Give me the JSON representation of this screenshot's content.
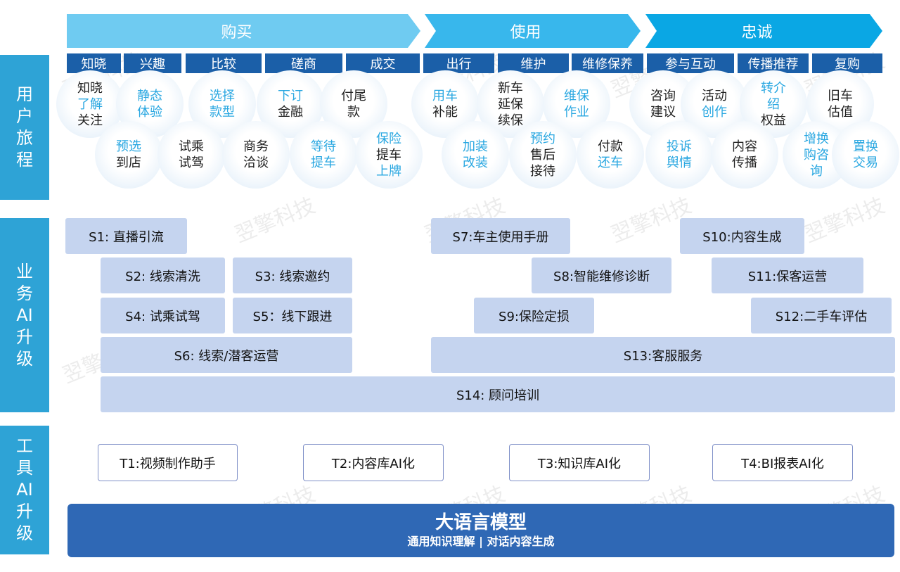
{
  "phases": [
    "购买",
    "使用",
    "忠诚"
  ],
  "stages": [
    "知晓",
    "兴趣",
    "比较",
    "磋商",
    "成交",
    "出行",
    "维护",
    "维修保养",
    "参与互动",
    "传播推荐",
    "复购"
  ],
  "layers": {
    "journey": "用户旅程",
    "business": "业务AI升级",
    "tools": "工具AI升级"
  },
  "bubbles": [
    {
      "lines": [
        {
          "text": "知晓",
          "hl": false
        },
        {
          "text": "了解",
          "hl": true
        },
        {
          "text": "关注",
          "hl": false
        }
      ]
    },
    {
      "lines": [
        {
          "text": "静态",
          "hl": true
        },
        {
          "text": "体验",
          "hl": true
        }
      ]
    },
    {
      "lines": [
        {
          "text": "选择",
          "hl": true
        },
        {
          "text": "款型",
          "hl": true
        }
      ]
    },
    {
      "lines": [
        {
          "text": "下订",
          "hl": true
        },
        {
          "text": "金融",
          "hl": false
        }
      ]
    },
    {
      "lines": [
        {
          "text": "付尾",
          "hl": false
        },
        {
          "text": "款",
          "hl": false
        }
      ]
    },
    {
      "lines": [
        {
          "text": "预选",
          "hl": true
        },
        {
          "text": "到店",
          "hl": false
        }
      ]
    },
    {
      "lines": [
        {
          "text": "试乘",
          "hl": false
        },
        {
          "text": "试驾",
          "hl": false
        }
      ]
    },
    {
      "lines": [
        {
          "text": "商务",
          "hl": false
        },
        {
          "text": "洽谈",
          "hl": false
        }
      ]
    },
    {
      "lines": [
        {
          "text": "等待",
          "hl": true
        },
        {
          "text": "提车",
          "hl": true
        }
      ]
    },
    {
      "lines": [
        {
          "text": "保险",
          "hl": true
        },
        {
          "text": "提车",
          "hl": false
        },
        {
          "text": "上牌",
          "hl": true
        }
      ]
    },
    {
      "lines": [
        {
          "text": "用车",
          "hl": true
        },
        {
          "text": "补能",
          "hl": false
        }
      ]
    },
    {
      "lines": [
        {
          "text": "新车",
          "hl": false
        },
        {
          "text": "延保",
          "hl": false
        },
        {
          "text": "续保",
          "hl": false
        }
      ]
    },
    {
      "lines": [
        {
          "text": "维保",
          "hl": true
        },
        {
          "text": "作业",
          "hl": true
        }
      ]
    },
    {
      "lines": [
        {
          "text": "加装",
          "hl": true
        },
        {
          "text": "改装",
          "hl": true
        }
      ]
    },
    {
      "lines": [
        {
          "text": "预约",
          "hl": true
        },
        {
          "text": "售后",
          "hl": false
        },
        {
          "text": "接待",
          "hl": false
        }
      ]
    },
    {
      "lines": [
        {
          "text": "付款",
          "hl": false
        },
        {
          "text": "还车",
          "hl": true
        }
      ]
    },
    {
      "lines": [
        {
          "text": "咨询",
          "hl": false
        },
        {
          "text": "建议",
          "hl": false
        }
      ]
    },
    {
      "lines": [
        {
          "text": "活动",
          "hl": false
        },
        {
          "text": "创作",
          "hl": true
        }
      ]
    },
    {
      "lines": [
        {
          "text": "转介",
          "hl": true
        },
        {
          "text": "绍",
          "hl": true
        },
        {
          "text": "权益",
          "hl": false
        }
      ]
    },
    {
      "lines": [
        {
          "text": "旧车",
          "hl": false
        },
        {
          "text": "估值",
          "hl": false
        }
      ]
    },
    {
      "lines": [
        {
          "text": "投诉",
          "hl": true
        },
        {
          "text": "舆情",
          "hl": true
        }
      ]
    },
    {
      "lines": [
        {
          "text": "内容",
          "hl": false
        },
        {
          "text": "传播",
          "hl": false
        }
      ]
    },
    {
      "lines": [
        {
          "text": "增换",
          "hl": true
        },
        {
          "text": "购咨",
          "hl": true
        },
        {
          "text": "询",
          "hl": true
        }
      ]
    },
    {
      "lines": [
        {
          "text": "置换",
          "hl": true
        },
        {
          "text": "交易",
          "hl": true
        }
      ]
    }
  ],
  "services": [
    "S1: 直播引流",
    "S2: 线索清洗",
    "S3: 线索邀约",
    "S4: 试乘试驾",
    "S5：线下跟进",
    "S6: 线索/潜客运营",
    "S7:车主使用手册",
    "S8:智能维修诊断",
    "S9:保险定损",
    "S10:内容生成",
    "S11:保客运营",
    "S12:二手车评估",
    "S13:客服服务",
    "S14: 顾问培训"
  ],
  "tools": [
    "T1:视频制作助手",
    "T2:内容库AI化",
    "T3:知识库AI化",
    "T4:BI报表AI化"
  ],
  "foundation": {
    "title": "大语言模型",
    "subtitle": "通用知识理解 | 对话内容生成"
  },
  "watermark": "翌擎科技",
  "colors": {
    "phase1": "#6fcbf1",
    "phase2": "#38b7ec",
    "phase3": "#0aa7e4",
    "stage": "#1b5fa8",
    "side": "#2ea3d6",
    "service": "#c5d4ef",
    "foundation": "#2f68b5",
    "highlight": "#29a7e1"
  }
}
